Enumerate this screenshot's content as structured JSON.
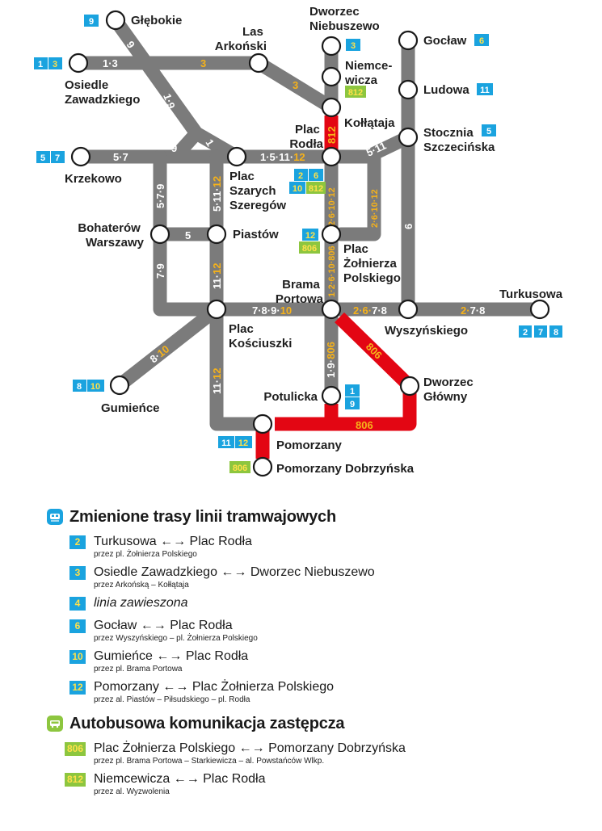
{
  "colors": {
    "line_gray": "#7b7b7b",
    "replacement_red": "#e30613",
    "tram_blue": "#1aa3df",
    "bus_green": "#8dc63f",
    "line_yellow": "#f6b21a"
  },
  "stations": {
    "glebokie": "Głębokie",
    "las_arkonski": [
      "Las",
      "Arkoński"
    ],
    "dworzec_niebuszewo": [
      "Dworzec",
      "Niebuszewo"
    ],
    "goclaw": "Gocław",
    "osiedle_zawadzkiego": [
      "Osiedle",
      "Zawadzkiego"
    ],
    "niemcewicza": [
      "Niemce-",
      "wicza"
    ],
    "ludowa": "Ludowa",
    "plac_rodla": [
      "Plac",
      "Rodła"
    ],
    "kollataja": "Kołłątaja",
    "stocznia_szczecinska": [
      "Stocznia",
      "Szczecińska"
    ],
    "krzekowo": "Krzekowo",
    "plac_szarych_szeregow": [
      "Plac",
      "Szarych",
      "Szeregów"
    ],
    "bohaterow_warszawy": [
      "Bohaterów",
      "Warszawy"
    ],
    "piastow": "Piastów",
    "plac_zolnierza_polskiego": [
      "Plac",
      "Żołnierza",
      "Polskiego"
    ],
    "brama_portowa": [
      "Brama",
      "Portowa"
    ],
    "turkusowa": "Turkusowa",
    "plac_kosciuszki": [
      "Plac",
      "Kościuszki"
    ],
    "wyszynskiego": "Wyszyńskiego",
    "dworzec_glowny": [
      "Dworzec",
      "Główny"
    ],
    "potulicka": "Potulicka",
    "gumience": "Gumieńce",
    "pomorzany": "Pomorzany",
    "pomorzany_dobrzynska": "Pomorzany Dobrzyńska"
  },
  "segment_labels": {
    "glebokie_down": "9",
    "top_left_a": "1·3",
    "top_left_b": "3",
    "arkonski_diag": "3",
    "diag_19": "1·9",
    "diag_9": "9",
    "diag_1": "1",
    "krzekowo_seg": "5·7",
    "rodla_west": "1·5·11·",
    "rodla_west_y": "12",
    "stocznia_diag": "5·11",
    "goclaw_down": "6",
    "vert_579": "5·7·9",
    "vert_5_11_12": "5·11·",
    "vert_5_11_12_y": "12",
    "piastow_seg": "5",
    "vert_79": "7·9",
    "vert_11_12": "11·",
    "vert_11_12_y": "12",
    "red_812": "812",
    "rodla_zp_a": "2·6·10·12",
    "rodla_zp_b": "2·6·10·12",
    "bp_hub_a": "1·2·6·10·806",
    "kosc_bp": "7·8·9·",
    "kosc_bp_y": "10",
    "bp_wysz": "2·6·",
    "bp_wysz_w": "7·8",
    "wysz_turk": "2·",
    "wysz_turk_w": "7·8",
    "gumience_diag": "8·",
    "gumience_diag_y": "10",
    "bp_potulicka": "1·9·",
    "bp_potulicka_y": "806",
    "red_806_diag": "806",
    "kosc_pomorzany": "11·",
    "kosc_pomorzany_y": "12",
    "red_806_bottom": "806"
  },
  "badges": {
    "glebokie": [
      "9"
    ],
    "osiedle": [
      "1",
      "3"
    ],
    "niebuszewo": [
      "3"
    ],
    "goclaw": [
      "6"
    ],
    "niemcewicza": [
      "812"
    ],
    "ludowa": [
      "11"
    ],
    "stocznia": [
      "5"
    ],
    "krzekowo": [
      "5",
      "7"
    ],
    "rodla_a": [
      "2",
      "6"
    ],
    "rodla_b": [
      "10",
      "812"
    ],
    "zolnierza": [
      "12",
      "806"
    ],
    "turkusowa": [
      "2",
      "7",
      "8"
    ],
    "gumience": [
      "8",
      "10"
    ],
    "potulicka": [
      "1",
      "9"
    ],
    "pomorzany": [
      "11",
      "12"
    ],
    "dobrzynska": [
      "806"
    ]
  },
  "legend": {
    "tram_title": "Zmienione trasy linii tramwajowych",
    "tram_icon": "tram-icon",
    "tram_rows": [
      {
        "num": "2",
        "main": "Turkusowa ←→ Plac Rodła",
        "sub": "przez pl. Żołnierza Polskiego"
      },
      {
        "num": "3",
        "main": "Osiedle Zawadzkiego ←→ Dworzec Niebuszewo",
        "sub": "przez Arkońską – Kołłątaja"
      },
      {
        "num": "4",
        "main": "linia zawieszona",
        "sub": ""
      },
      {
        "num": "6",
        "main": "Gocław ←→ Plac Rodła",
        "sub": "przez Wyszyńskiego – pl. Żołnierza Polskiego"
      },
      {
        "num": "10",
        "main": "Gumieńce ←→ Plac Rodła",
        "sub": "przez pl. Brama Portowa"
      },
      {
        "num": "12",
        "main": "Pomorzany ←→ Plac Żołnierza Polskiego",
        "sub": "przez al. Piastów – Piłsudskiego – pl. Rodła"
      }
    ],
    "bus_title": "Autobusowa komunikacja zastępcza",
    "bus_icon": "bus-icon",
    "bus_rows": [
      {
        "num": "806",
        "main": "Plac Żołnierza Polskiego ←→ Pomorzany Dobrzyńska",
        "sub": "przez pl. Brama Portowa – Starkiewicza – al. Powstańców Wlkp."
      },
      {
        "num": "812",
        "main": "Niemcewicza ←→ Plac Rodła",
        "sub": "przez al. Wyzwolenia"
      }
    ]
  }
}
